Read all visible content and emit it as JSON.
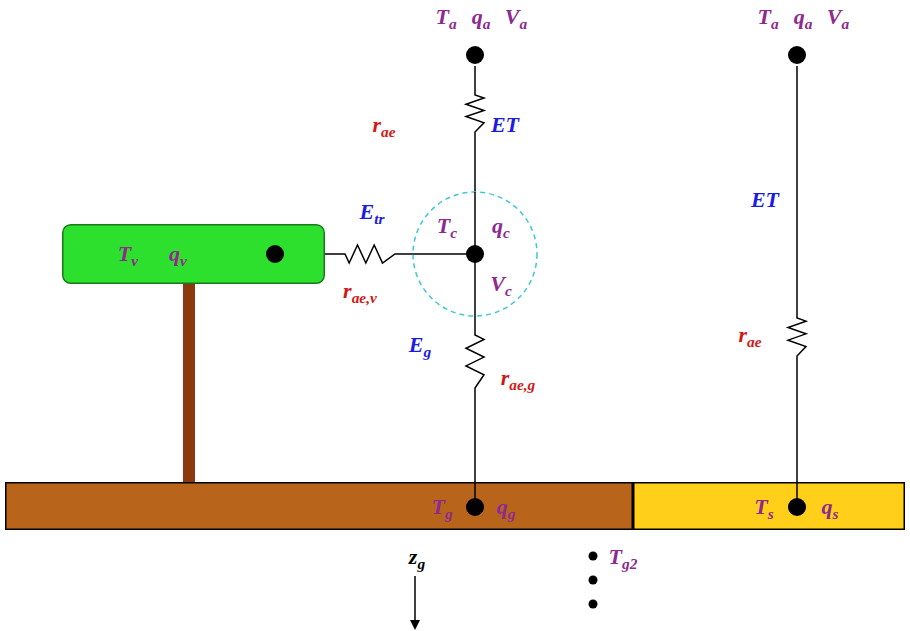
{
  "diagram": {
    "nodes": [
      {
        "text": [
          "Ta",
          "qa",
          "Va"
        ]
      },
      {
        "text": [
          "Ta",
          "qa",
          "Va"
        ]
      },
      {
        "text": [
          "Tv",
          "qv"
        ]
      },
      {
        "text": [
          "Tc",
          "qc",
          "Vc"
        ]
      },
      {
        "text": [
          "Tg",
          "qg"
        ]
      },
      {
        "text": [
          "Ts",
          "qs"
        ]
      }
    ],
    "edges": [
      {
        "from": 0,
        "to": 3,
        "arrow": "none",
        "label": "ET"
      },
      {
        "from": 2,
        "to": 3,
        "arrow": "none",
        "label": "Etr"
      },
      {
        "from": 3,
        "to": 4,
        "arrow": "none",
        "label": "Eg"
      },
      {
        "from": 1,
        "to": 5,
        "arrow": "none",
        "label": "ET"
      }
    ],
    "labels": [
      "rae",
      "rae,v",
      "rae,g",
      "rae",
      "Tg2",
      "zg"
    ]
  }
}
